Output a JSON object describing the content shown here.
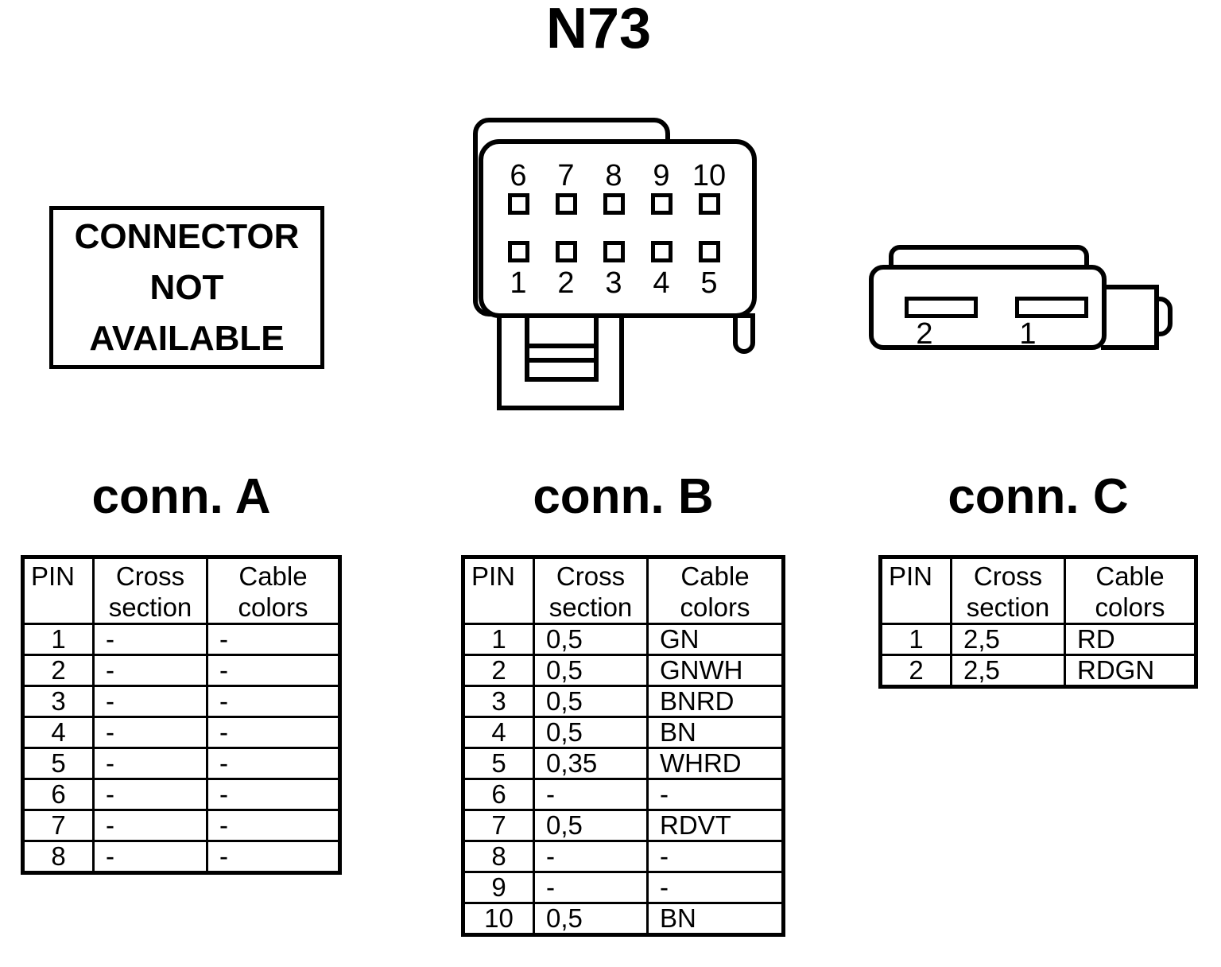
{
  "colors": {
    "ink": "#000000",
    "background": "#ffffff"
  },
  "component_label": "N73",
  "unavailable_connector_note": {
    "lines": [
      "CONNECTOR",
      "NOT",
      "AVAILABLE"
    ]
  },
  "connector_b_diagram": {
    "top_pin_labels": [
      "6",
      "7",
      "8",
      "9",
      "10"
    ],
    "bottom_pin_labels": [
      "1",
      "2",
      "3",
      "4",
      "5"
    ]
  },
  "connector_c_diagram": {
    "slot_labels": [
      "2",
      "1"
    ]
  },
  "tables": [
    {
      "title": "conn. A",
      "headers": [
        "PIN",
        "Cross section",
        "Cable colors"
      ],
      "rows": [
        [
          "1",
          "-",
          "-"
        ],
        [
          "2",
          "-",
          "-"
        ],
        [
          "3",
          "-",
          "-"
        ],
        [
          "4",
          "-",
          "-"
        ],
        [
          "5",
          "-",
          "-"
        ],
        [
          "6",
          "-",
          "-"
        ],
        [
          "7",
          "-",
          "-"
        ],
        [
          "8",
          "-",
          "-"
        ]
      ]
    },
    {
      "title": "conn. B",
      "headers": [
        "PIN",
        "Cross section",
        "Cable colors"
      ],
      "rows": [
        [
          "1",
          "0,5",
          "GN"
        ],
        [
          "2",
          "0,5",
          "GNWH"
        ],
        [
          "3",
          "0,5",
          "BNRD"
        ],
        [
          "4",
          "0,5",
          "BN"
        ],
        [
          "5",
          "0,35",
          "WHRD"
        ],
        [
          "6",
          "-",
          "-"
        ],
        [
          "7",
          "0,5",
          "RDVT"
        ],
        [
          "8",
          "-",
          "-"
        ],
        [
          "9",
          "-",
          "-"
        ],
        [
          "10",
          "0,5",
          "BN"
        ]
      ]
    },
    {
      "title": "conn. C",
      "headers": [
        "PIN",
        "Cross section",
        "Cable colors"
      ],
      "rows": [
        [
          "1",
          "2,5",
          "RD"
        ],
        [
          "2",
          "2,5",
          "RDGN"
        ]
      ]
    }
  ]
}
